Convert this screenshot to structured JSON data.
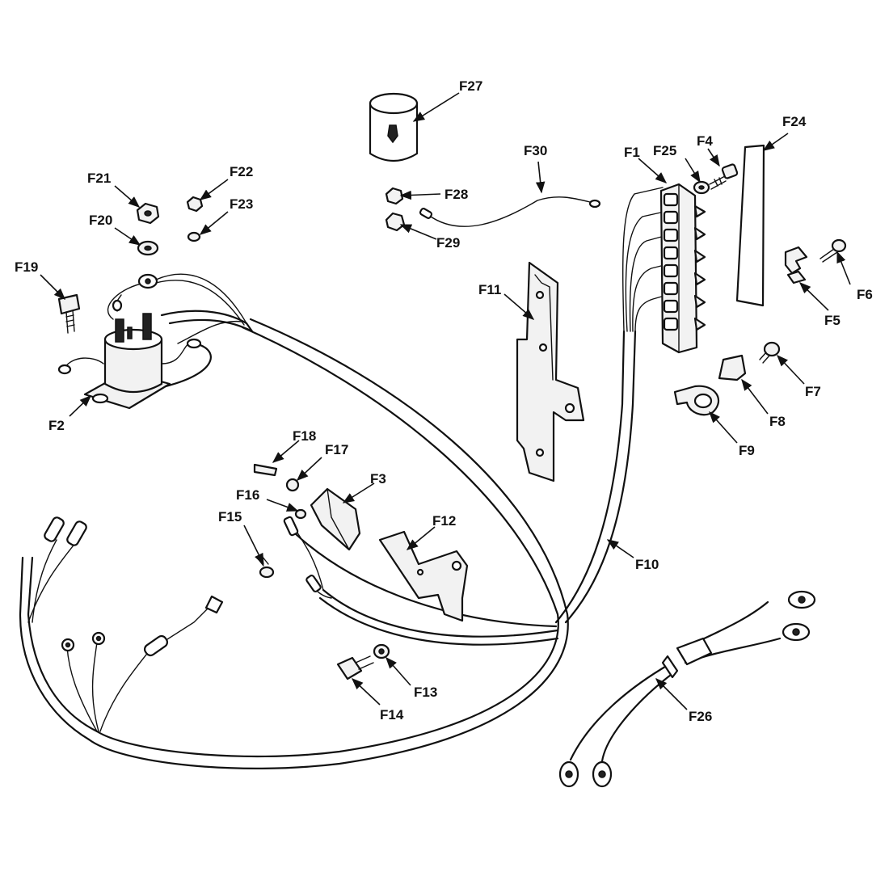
{
  "labels": {
    "F1": "F1",
    "F2": "F2",
    "F3": "F3",
    "F4": "F4",
    "F5": "F5",
    "F6": "F6",
    "F7": "F7",
    "F8": "F8",
    "F9": "F9",
    "F10": "F10",
    "F11": "F11",
    "F12": "F12",
    "F13": "F13",
    "F14": "F14",
    "F15": "F15",
    "F16": "F16",
    "F17": "F17",
    "F18": "F18",
    "F19": "F19",
    "F20": "F20",
    "F21": "F21",
    "F22": "F22",
    "F23": "F23",
    "F24": "F24",
    "F25": "F25",
    "F26": "F26",
    "F27": "F27",
    "F28": "F28",
    "F29": "F29",
    "F30": "F30"
  }
}
